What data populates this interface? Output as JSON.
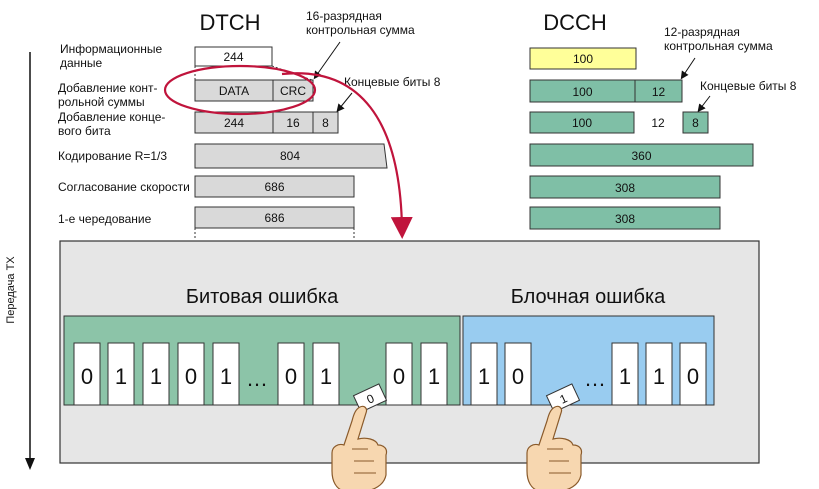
{
  "titles": {
    "dtch": "DTCH",
    "dcch": "DCCH"
  },
  "axis_label": "Передача TX",
  "row_labels": {
    "info": [
      "Информационные",
      "данные"
    ],
    "crc": [
      "Добавление конт-",
      "рольной суммы"
    ],
    "tail": [
      "Добавление конце-",
      "вого бита"
    ],
    "coding": "Кодирование R=1/3",
    "rate": "Согласование скорости",
    "interleave": "1-е чередование"
  },
  "dtch": {
    "info": "244",
    "crc_data": "DATA",
    "crc_crc": "CRC",
    "crc_note": [
      "16-разрядная",
      "контрольная сумма"
    ],
    "tail_data": "244",
    "tail_crc": "16",
    "tail_bits": "8",
    "tail_note": "Концевые биты 8",
    "coding": "804",
    "rate": "686",
    "interleave": "686"
  },
  "dcch": {
    "info": "100",
    "crc_data": "100",
    "crc_crc": "12",
    "crc_note": [
      "12-разрядная",
      "контрольная сумма"
    ],
    "tail_data": "100",
    "tail_crc": "12",
    "tail_bits": "8",
    "tail_note": "Концевые биты 8",
    "coding": "360",
    "rate": "308",
    "interleave": "308"
  },
  "lower": {
    "bit_error_title": "Битовая ошибка",
    "block_error_title": "Блочная ошибка",
    "bit_sequence": [
      "0",
      "1",
      "1",
      "0",
      "1",
      "…",
      "0",
      "1",
      "",
      "0",
      "1"
    ],
    "block_sequence": [
      "1",
      "0",
      "",
      "…",
      "1",
      "1",
      "0"
    ],
    "bit_error_value": "0",
    "block_error_value": "1"
  },
  "colors": {
    "gray_box": "#d9d9d9",
    "yellow_box": "#ffff99",
    "green_box": "#7fbfa6",
    "panel_bg": "#e6e6e6",
    "bit_block_bg": "#8cc4a8",
    "block_block_bg": "#99ccf0",
    "highlight_red": "#c0143c",
    "hand_fill": "#f7d7b0"
  }
}
